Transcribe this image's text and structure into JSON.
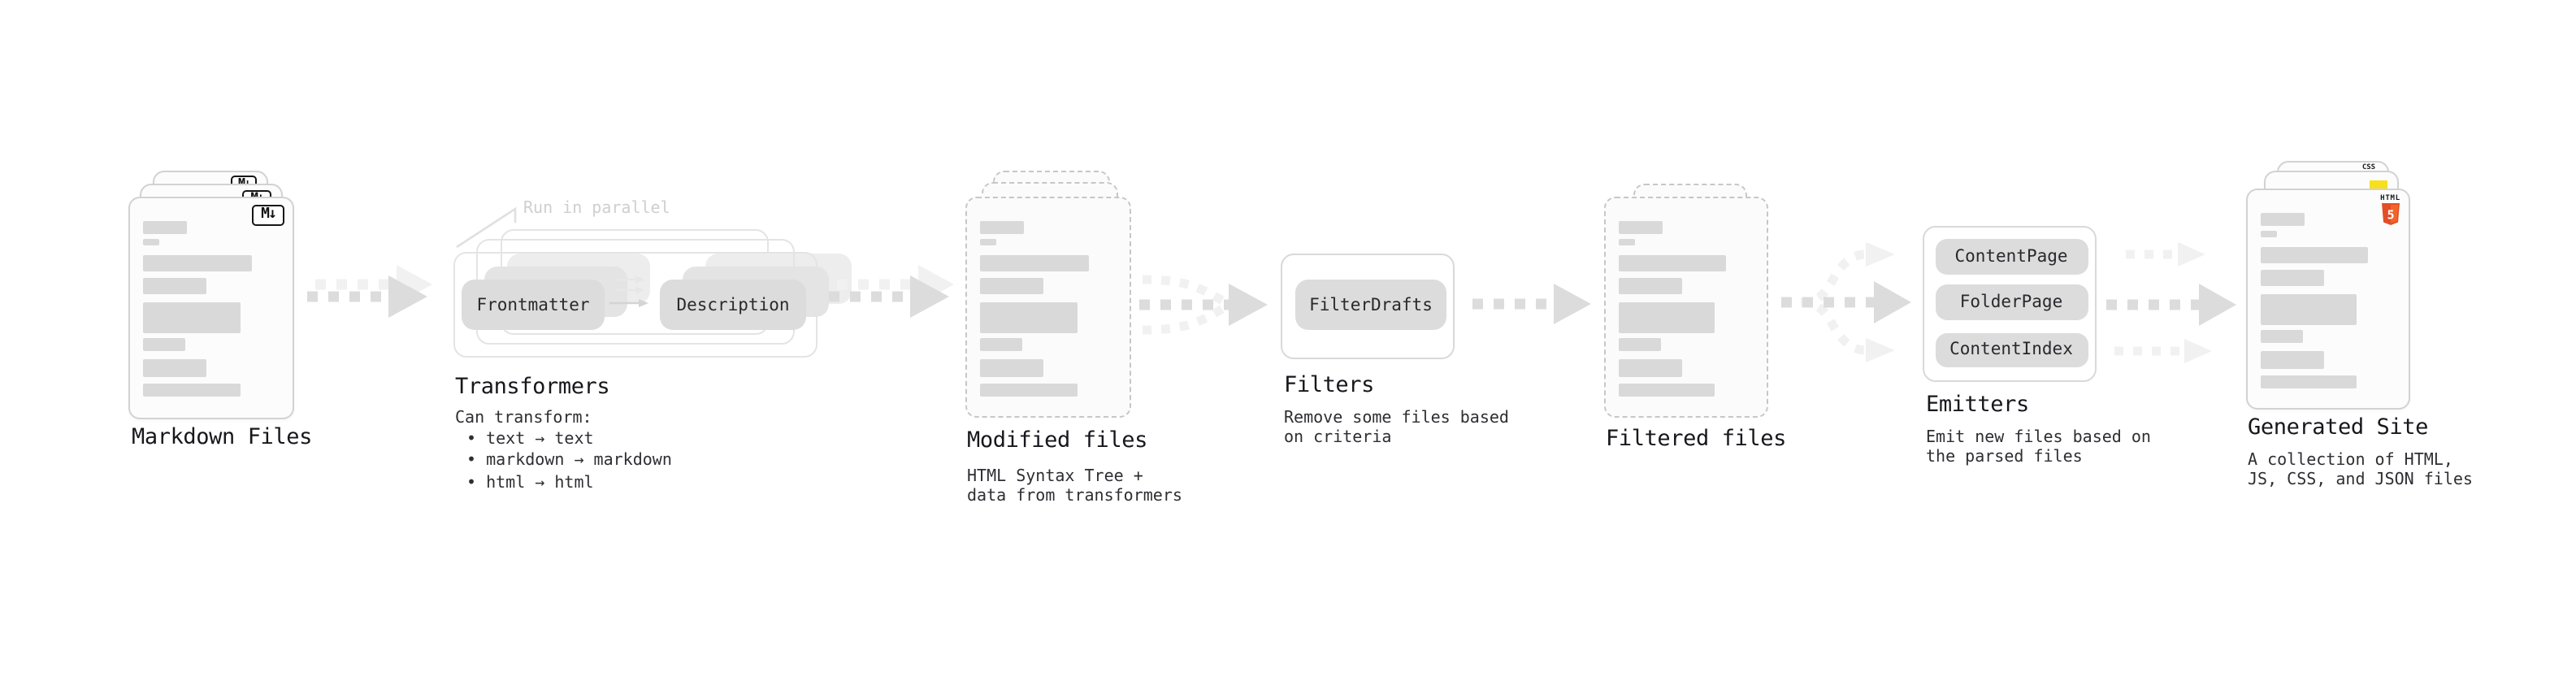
{
  "diagram_title": "static site generation pipeline",
  "sections": {
    "markdown_files": {
      "label": "Markdown Files",
      "badge": "M↓"
    },
    "transformers": {
      "note": "Run in parallel",
      "input_pill": "Frontmatter",
      "output_pill": "Description",
      "label": "Transformers",
      "desc_title": "Can transform:",
      "bullets": [
        "• text → text",
        "• markdown → markdown",
        "• html → html"
      ]
    },
    "modified_files": {
      "label": "Modified files",
      "desc": [
        "HTML Syntax Tree +",
        "data from transformers"
      ]
    },
    "filters": {
      "pill": "FilterDrafts",
      "label": "Filters",
      "desc": [
        "Remove some files based",
        "on criteria"
      ]
    },
    "filtered_files": {
      "label": "Filtered files"
    },
    "emitters": {
      "pills": [
        "ContentPage",
        "FolderPage",
        "ContentIndex"
      ],
      "label": "Emitters",
      "desc": [
        "Emit new files based on",
        "the parsed files"
      ]
    },
    "generated_site": {
      "label": "Generated Site",
      "desc": [
        "A collection of HTML,",
        "JS, CSS, and JSON files"
      ],
      "css_badge": "CSS",
      "html_badge_word": "HTML",
      "html_badge_number": "5"
    }
  },
  "colors": {
    "arrow_dark": "#dcdcdc",
    "arrow_light": "#f1f1f1",
    "pill_gray": "#dcdcdc",
    "bar_gray": "#d9d9d9",
    "text_dark": "#17171c",
    "text_body": "#2e2e33",
    "muted_note": "#cfcfcf",
    "js_yellow": "#f7df1e",
    "css_blue": "#2965f1",
    "html_orange": "#e44d26",
    "html_orange_light": "#f16529"
  }
}
